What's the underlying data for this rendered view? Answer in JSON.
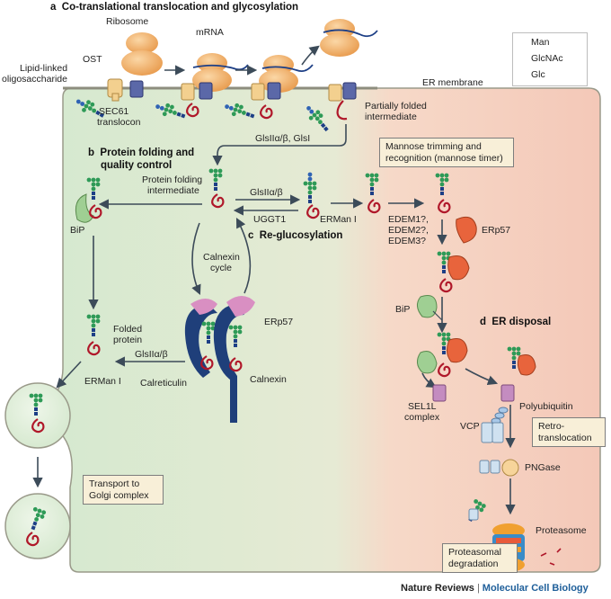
{
  "panels": {
    "a": {
      "letter": "a",
      "title": "Co-translational translocation and glycosylation"
    },
    "b": {
      "letter": "b",
      "title_line1": "Protein folding and",
      "title_line2": "quality control"
    },
    "c": {
      "letter": "c",
      "title": "Re-glucosylation"
    },
    "d": {
      "letter": "d",
      "title": "ER disposal"
    }
  },
  "legend": {
    "items": [
      {
        "label": "Man",
        "color": "#2e9a57",
        "shape": "circle"
      },
      {
        "label": "GlcNAc",
        "color": "#1d3f86",
        "shape": "square"
      },
      {
        "label": "Glc",
        "color": "#2f63b4",
        "shape": "circle"
      }
    ]
  },
  "labels": {
    "ribosome": "Ribosome",
    "mrna": "mRNA",
    "ost": "OST",
    "lipid_linked_1": "Lipid-linked",
    "lipid_linked_2": "oligosaccharide",
    "sec61_1": "SEC61",
    "sec61_2": "translocon",
    "er_membrane": "ER membrane",
    "partially_folded_1": "Partially folded",
    "partially_folded_2": "intermediate",
    "glsii_gls": "GlsIIα/β, GlsI",
    "protein_folding_1": "Protein folding",
    "protein_folding_2": "intermediate",
    "glsii_top": "GlsIIα/β",
    "uggt1": "UGGT1",
    "erman_mid": "ERMan I",
    "bip_left": "BiP",
    "calnexin_cycle_1": "Calnexin",
    "calnexin_cycle_2": "cycle",
    "erp57_mid": "ERp57",
    "calreticulin": "Calreticulin",
    "calnexin": "Calnexin",
    "folded_1": "Folded",
    "folded_2": "protein",
    "glsii_bottom": "GlsIIα/β",
    "erman_bottom": "ERMan I",
    "edem1": "EDEM1?,",
    "edem2": "EDEM2?,",
    "edem3": "EDEM3?",
    "erp57_right": "ERp57",
    "bip_right": "BiP",
    "sel1l_1": "SEL1L",
    "sel1l_2": "complex",
    "polyubiquitin": "Polyubiquitin",
    "vcp": "VCP",
    "pngase": "PNGase",
    "proteasome": "Proteasome"
  },
  "notes": {
    "mannose_line1": "Mannose trimming and",
    "mannose_line2": "recognition (mannose timer)",
    "transport_line1": "Transport to",
    "transport_line2": "Golgi complex",
    "retro_line1": "Retro-",
    "retro_line2": "translocation",
    "proteasomal_line1": "Proteasomal",
    "proteasomal_line2": "degradation"
  },
  "footer": {
    "journal": "Nature Reviews",
    "separator": "|",
    "subtitle": "Molecular Cell Biology"
  },
  "colors": {
    "er_fill_left": "#d9ead3",
    "er_fill_right": "#f6cdbf",
    "er_border": "#9a9a8a",
    "ribosome": "#f2b068",
    "translocon": "#5b68a8",
    "ost": "#f3d08f",
    "chaperone_green": "#9fcf93",
    "erp57_red": "#e8643c",
    "calnexin_blue": "#1f3f7a",
    "calreticulin_pink": "#d98fc2",
    "protein_red": "#b0182a",
    "arrow": "#3c4b59"
  }
}
